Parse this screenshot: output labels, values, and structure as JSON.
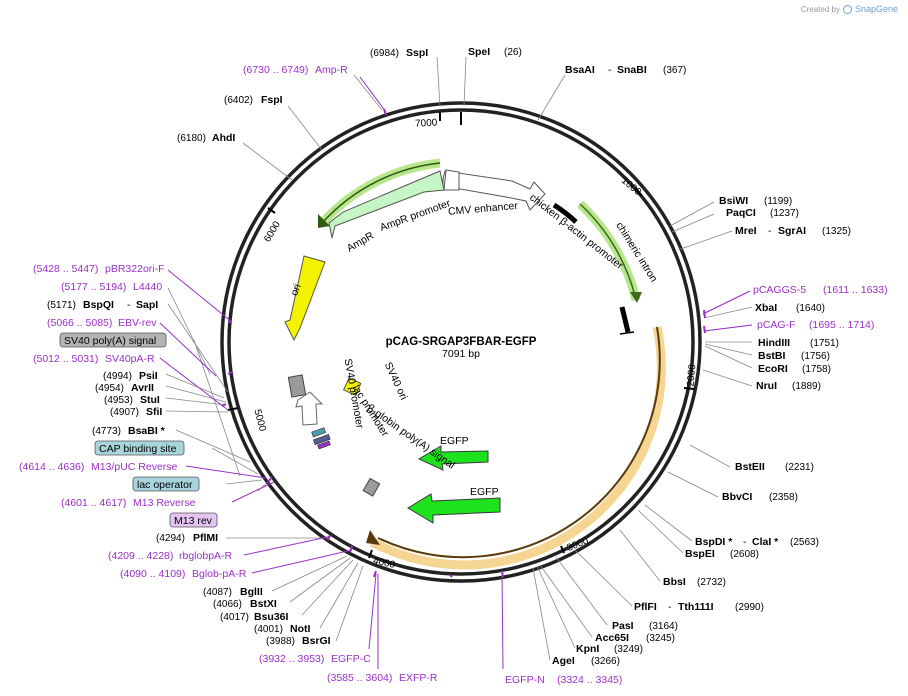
{
  "credit": {
    "prefix": "Created by",
    "brand": "SnapGene"
  },
  "plasmid": {
    "name": "pCAG-SRGAP3FBAR-EGFP",
    "size": "7091 bp"
  },
  "ticks": [
    "1000",
    "2000",
    "3000",
    "4000",
    "5000",
    "6000",
    "7000"
  ],
  "labels": [
    {
      "pos": "(6984)",
      "name": "SspI",
      "type": "enz"
    },
    {
      "name": "SpeI",
      "pos": "(26)",
      "type": "enz"
    },
    {
      "name": "BsaAI",
      "sep": "-",
      "name2": "SnaBI",
      "pos": "(367)",
      "type": "enz"
    },
    {
      "range": "(6730 .. 6749)",
      "name": "Amp-R",
      "type": "primer"
    },
    {
      "pos": "(6402)",
      "name": "FspI",
      "type": "enz"
    },
    {
      "pos": "(6180)",
      "name": "AhdI",
      "type": "enz"
    },
    {
      "name": "BsiWI",
      "pos": "(1199)",
      "type": "enz"
    },
    {
      "name": "PaqCI",
      "pos": "(1237)",
      "type": "enz"
    },
    {
      "name": "MreI",
      "sep": "-",
      "name2": "SgrAI",
      "pos": "(1325)",
      "type": "enz"
    },
    {
      "name": "pCAGGS-5",
      "range": "(1611 .. 1633)",
      "type": "primer"
    },
    {
      "name": "XbaI",
      "pos": "(1640)",
      "type": "enz"
    },
    {
      "name": "pCAG-F",
      "range": "(1695 .. 1714)",
      "type": "primer"
    },
    {
      "name": "HindIII",
      "pos": "(1751)",
      "type": "enz"
    },
    {
      "name": "BstBI",
      "pos": "(1756)",
      "type": "enz"
    },
    {
      "name": "EcoRI",
      "pos": "(1758)",
      "type": "enz"
    },
    {
      "name": "NruI",
      "pos": "(1889)",
      "type": "enz"
    },
    {
      "name": "BstEII",
      "pos": "(2231)",
      "type": "enz"
    },
    {
      "name": "BbvCI",
      "pos": "(2358)",
      "type": "enz"
    },
    {
      "name": "BspDI *",
      "sep": "-",
      "name2": "ClaI *",
      "pos": "(2563)",
      "type": "enz"
    },
    {
      "name": "BspEI",
      "pos": "(2608)",
      "type": "enz"
    },
    {
      "name": "BbsI",
      "pos": "(2732)",
      "type": "enz"
    },
    {
      "name": "PflFI",
      "sep": "-",
      "name2": "Tth111I",
      "pos": "(2990)",
      "type": "enz"
    },
    {
      "name": "PasI",
      "pos": "(3164)",
      "type": "enz"
    },
    {
      "name": "Acc65I",
      "pos": "(3245)",
      "type": "enz"
    },
    {
      "name": "KpnI",
      "pos": "(3249)",
      "type": "enz"
    },
    {
      "name": "AgeI",
      "pos": "(3266)",
      "type": "enz"
    },
    {
      "name": "EGFP-N",
      "range": "(3324 .. 3345)",
      "type": "primer"
    },
    {
      "range": "(3585 .. 3604)",
      "name": "EXFP-R",
      "type": "primer"
    },
    {
      "range": "(3932 .. 3953)",
      "name": "EGFP-C",
      "type": "primer"
    },
    {
      "pos": "(3988)",
      "name": "BsrGI",
      "type": "enz"
    },
    {
      "pos": "(4001)",
      "name": "NotI",
      "type": "enz"
    },
    {
      "pos": "(4017)",
      "name": "Bsu36I",
      "type": "enz"
    },
    {
      "pos": "(4066)",
      "name": "BstXI",
      "type": "enz"
    },
    {
      "pos": "(4087)",
      "name": "BglII",
      "type": "enz"
    },
    {
      "range": "(4090 .. 4109)",
      "name": "Bglob-pA-R",
      "type": "primer"
    },
    {
      "range": "(4209 .. 4228)",
      "name": "rbglobpA-R",
      "type": "primer"
    },
    {
      "pos": "(4294)",
      "name": "PflMI",
      "type": "enz"
    },
    {
      "name": "M13 rev",
      "type": "box"
    },
    {
      "range": "(4601 .. 4617)",
      "name": "M13 Reverse",
      "type": "primer"
    },
    {
      "name": "lac operator",
      "type": "box"
    },
    {
      "range": "(4614 .. 4636)",
      "name": "M13/pUC Reverse",
      "type": "primer"
    },
    {
      "name": "CAP binding site",
      "type": "box"
    },
    {
      "pos": "(4773)",
      "name": "BsaBI *",
      "type": "enz"
    },
    {
      "pos": "(4907)",
      "name": "SfiI",
      "type": "enz"
    },
    {
      "pos": "(4953)",
      "name": "StuI",
      "type": "enz"
    },
    {
      "pos": "(4954)",
      "name": "AvrII",
      "type": "enz"
    },
    {
      "pos": "(4994)",
      "name": "PsiI",
      "type": "enz"
    },
    {
      "range": "(5012 .. 5031)",
      "name": "SV40pA-R",
      "type": "primer"
    },
    {
      "name": "SV40 poly(A) signal",
      "type": "box"
    },
    {
      "range": "(5066 .. 5085)",
      "name": "EBV-rev",
      "type": "primer"
    },
    {
      "pos": "(5171)",
      "name": "BspQI",
      "sep": "-",
      "name2": "SapI",
      "type": "enz"
    },
    {
      "range": "(5177 .. 5194)",
      "name": "L4440",
      "type": "primer"
    },
    {
      "range": "(5428 .. 5447)",
      "name": "pBR322ori-F",
      "type": "primer"
    }
  ],
  "features": {
    "ampr": "AmpR",
    "ampr_promoter": "AmpR promoter",
    "cmv_enhancer": "CMV enhancer",
    "chicken_actin": "chicken β-actin promoter",
    "chimeric_intron": "chimeric intron",
    "ori": "ori",
    "sv40_promoter": "SV40 promoter",
    "sv40_ori": "SV40 ori",
    "lac_promoter": "lac promoter",
    "beta_globin": "β-globin poly(A) signal",
    "egfp1": "EGFP",
    "egfp2": "EGFP"
  },
  "colors": {
    "primer": "#9b30c8",
    "egfp": "#1de21d",
    "ori": "#f5f200",
    "ampr": "#c6f5c6",
    "yellow_band": "#f2c76c",
    "green_band": "#a6e070",
    "box_gray": "#b4b4b4",
    "box_teal": "#a8d4dc",
    "box_purple": "#e4c4f2"
  }
}
